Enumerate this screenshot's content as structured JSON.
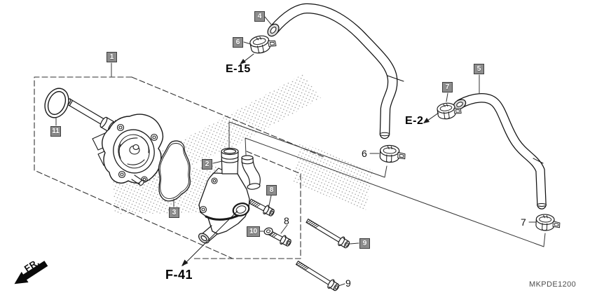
{
  "diagram": {
    "code": "MKPDE1200",
    "direction_indicator": "FR.",
    "callouts": {
      "c1": "1",
      "c2": "2",
      "c3": "3",
      "c4": "4",
      "c5": "5",
      "c6": "6",
      "c7": "7",
      "c8": "8",
      "c9": "9",
      "c10": "10",
      "c11": "11"
    },
    "plain_callouts": {
      "p6": "6",
      "p7": "7",
      "p8": "8",
      "p9": "9"
    },
    "references": {
      "e15": "E-15",
      "e2": "E-2",
      "f41": "F-41"
    },
    "colors": {
      "background": "#ffffff",
      "line": "#1a1a1a",
      "leader": "#333333",
      "callout_bg": "#8d8d8d",
      "callout_border": "#3e3e3e",
      "callout_text": "#ffffff",
      "code_text": "#4d4d4d",
      "stipple": "#9a9a9a",
      "hose_cut_face": "#d9d9d9"
    }
  }
}
